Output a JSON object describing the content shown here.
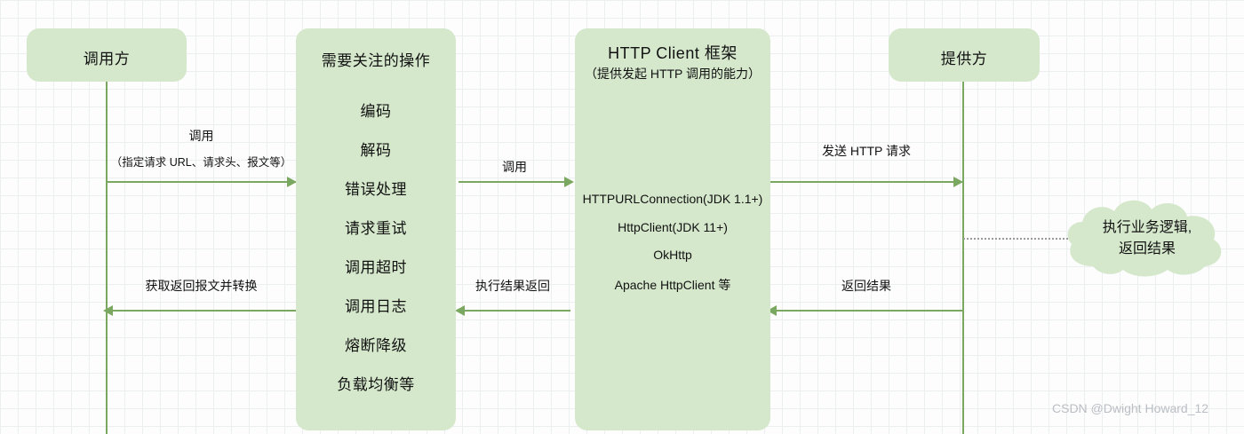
{
  "diagram": {
    "type": "sequence-diagram",
    "background": "#fdfdfd",
    "node_fill": "#d5e8cc",
    "line_color": "#7ba860",
    "text_color": "#111111"
  },
  "nodes": {
    "caller": {
      "title": "调用方"
    },
    "operations": {
      "title": "需要关注的操作",
      "items": [
        "编码",
        "解码",
        "错误处理",
        "请求重试",
        "调用超时",
        "调用日志",
        "熔断降级",
        "负载均衡等"
      ]
    },
    "http_client": {
      "title": "HTTP Client 框架",
      "subtitle": "（提供发起 HTTP 调用的能力）",
      "libraries": [
        "HTTPURLConnection(JDK 1.1+)",
        "HttpClient(JDK 11+)",
        "OkHttp",
        "Apache HttpClient 等"
      ]
    },
    "provider": {
      "title": "提供方"
    },
    "cloud": {
      "line1": "执行业务逻辑,",
      "line2": "返回结果"
    }
  },
  "arrows": {
    "call_to_ops": {
      "label": "调用",
      "sublabel": "（指定请求 URL、请求头、报文等）",
      "direction": "right"
    },
    "ops_to_client": {
      "label": "调用",
      "direction": "right"
    },
    "client_to_provider": {
      "label": "发送 HTTP 请求",
      "direction": "right"
    },
    "provider_to_client": {
      "label": "返回结果",
      "direction": "left"
    },
    "client_to_ops": {
      "label": "执行结果返回",
      "direction": "left"
    },
    "ops_to_caller": {
      "label": "获取返回报文并转换",
      "direction": "left"
    }
  },
  "watermark": {
    "text": "CSDN @Dwight Howard_12"
  }
}
